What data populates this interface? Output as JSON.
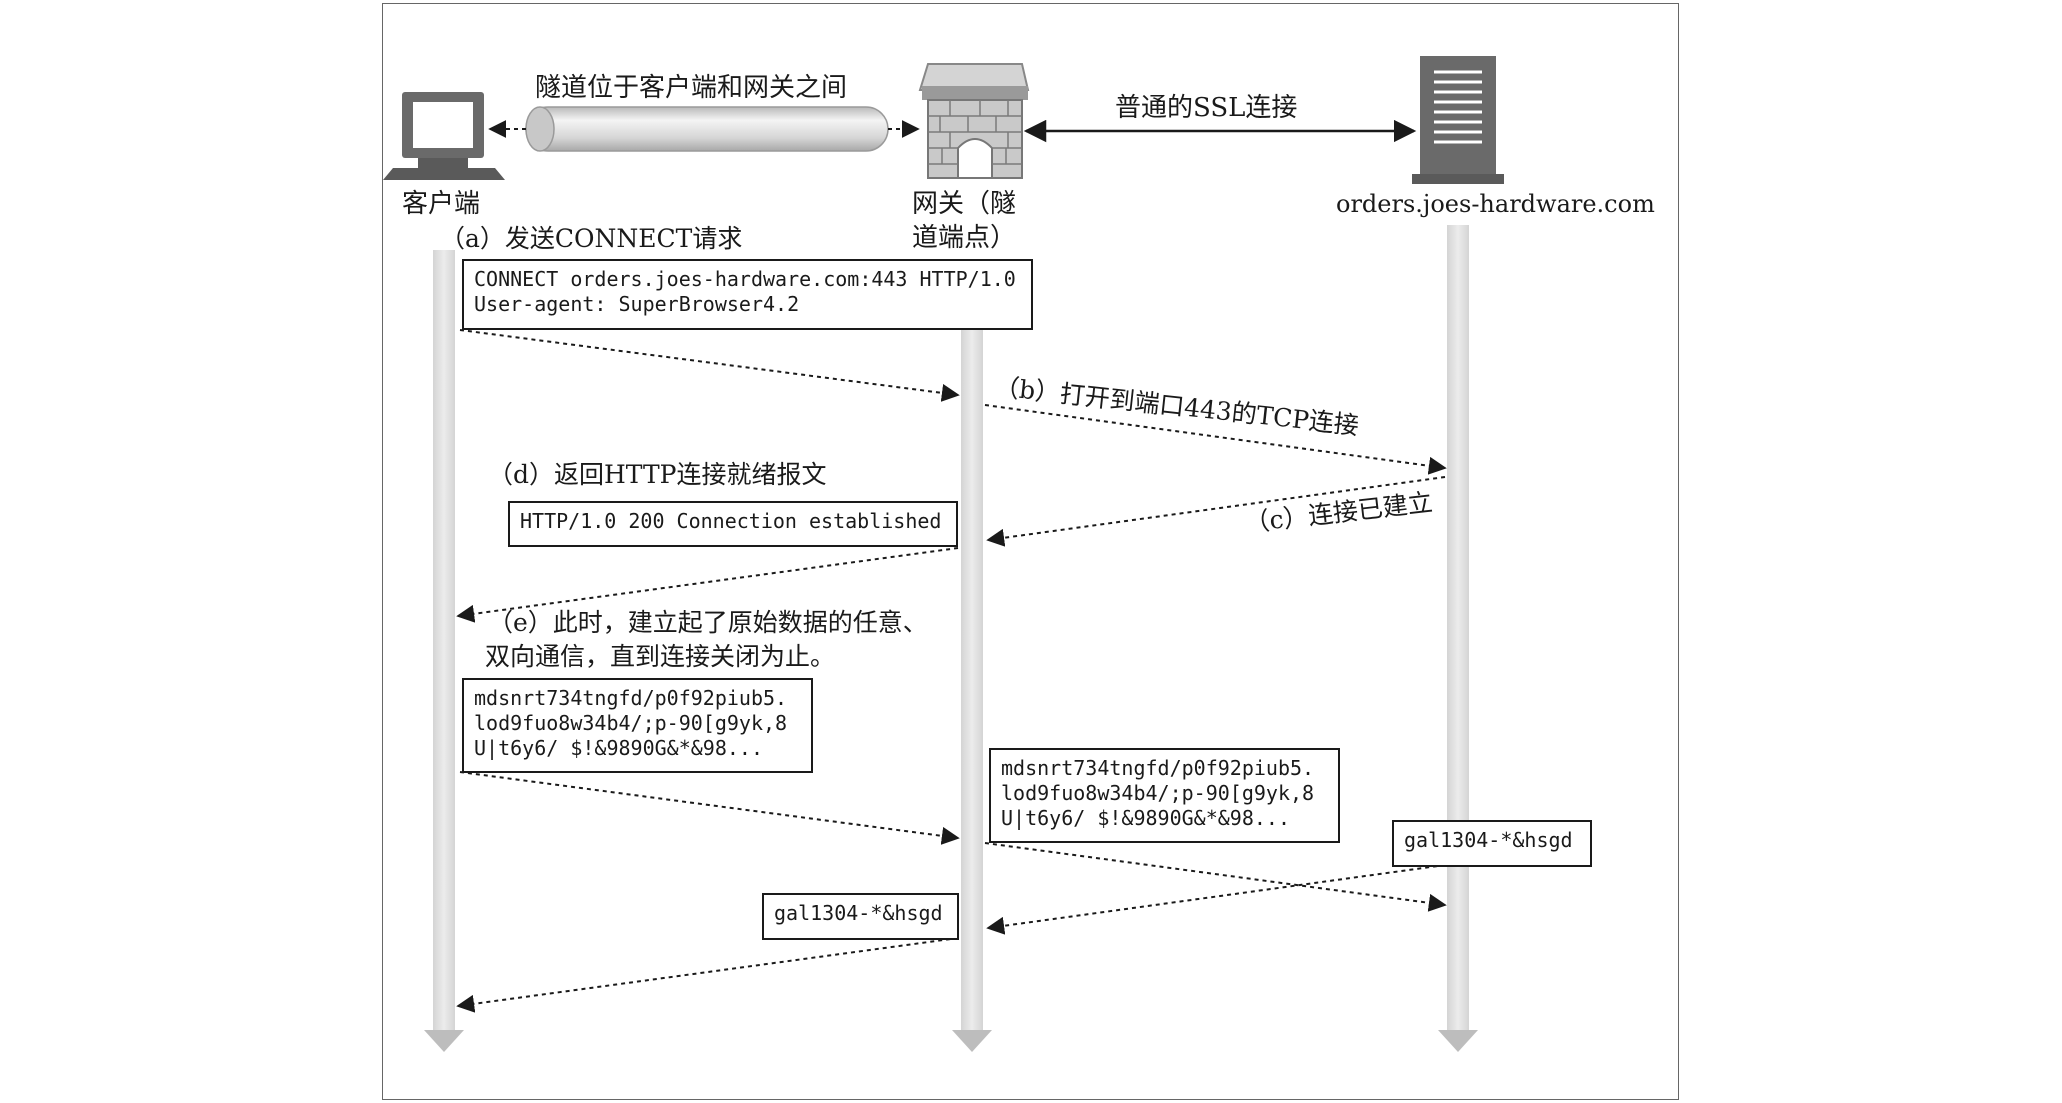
{
  "nodes": {
    "client": "客户端",
    "gateway_line1": "网关（隧",
    "gateway_line2": "道端点）",
    "server": "orders.joes-hardware.com"
  },
  "top": {
    "tunnel_label": "隧道位于客户端和网关之间",
    "ssl_label": "普通的SSL连接"
  },
  "steps": {
    "a": "（a）发送CONNECT请求",
    "b": "（b）打开到端口443的TCP连接",
    "c": "（c）连接已建立",
    "d": "（d）返回HTTP连接就绪报文",
    "e_line1": "（e）此时，建立起了原始数据的任意、",
    "e_line2": "双向通信，直到连接关闭为止。"
  },
  "messages": {
    "connect_line1": "CONNECT orders.joes-hardware.com:443 HTTP/1.0",
    "connect_line2": "User-agent: SuperBrowser4.2",
    "established": "HTTP/1.0 200 Connection established",
    "raw_line1": "mdsnrt734tngfd/p0f92piub5.",
    "raw_line2": "lod9fuo8w34b4/;p-90[g9yk,8",
    "raw_line3": "U|t6y6/ $!&9890G&*&98...",
    "reply": "gal1304-*&hsgd"
  }
}
